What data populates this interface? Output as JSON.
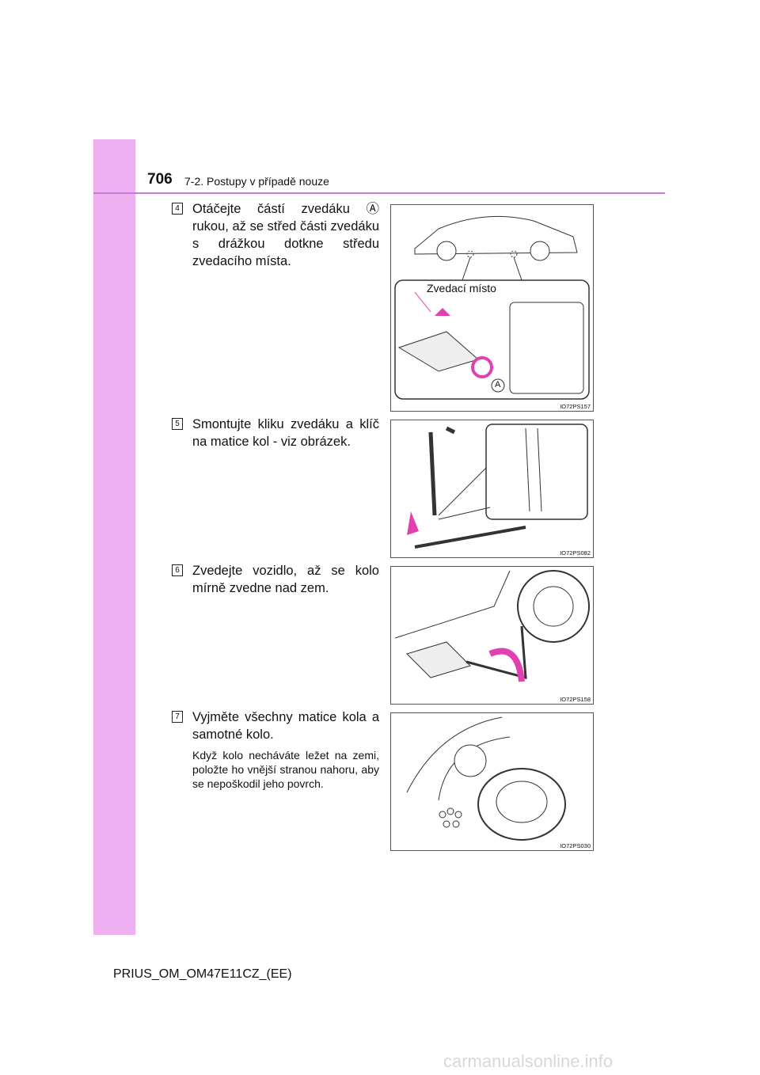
{
  "header": {
    "page_number": "706",
    "section": "7-2. Postupy v případě nouze"
  },
  "steps": [
    {
      "num": "4",
      "text": "Otáčejte částí zvedáku Ⓐ rukou, až se střed části zvedáku s drážkou dotkne středu zvedacího místa.",
      "figure": {
        "label": "Zvedací místo",
        "marker": "A",
        "code": "IO72PS157"
      }
    },
    {
      "num": "5",
      "text": "Smontujte kliku zvedáku a klíč na matice kol - viz obrázek.",
      "figure": {
        "code": "IO72PS082"
      }
    },
    {
      "num": "6",
      "text": "Zvedejte vozidlo, až se kolo mírně zvedne nad zem.",
      "figure": {
        "code": "IO72PS158"
      }
    },
    {
      "num": "7",
      "text": "Vyjměte všechny matice kola a samotné kolo.",
      "note": "Když kolo necháváte ležet na zemi, položte ho vnější stranou nahoru, aby se nepoškodil jeho povrch.",
      "figure": {
        "code": "IO72PS030"
      }
    }
  ],
  "footer": "PRIUS_OM_OM47E11CZ_(EE)",
  "watermark": "carmanualsonline.info",
  "colors": {
    "sidebar": "#efb0f2",
    "rule": "#c77ad6",
    "accent": "#e040b0"
  }
}
